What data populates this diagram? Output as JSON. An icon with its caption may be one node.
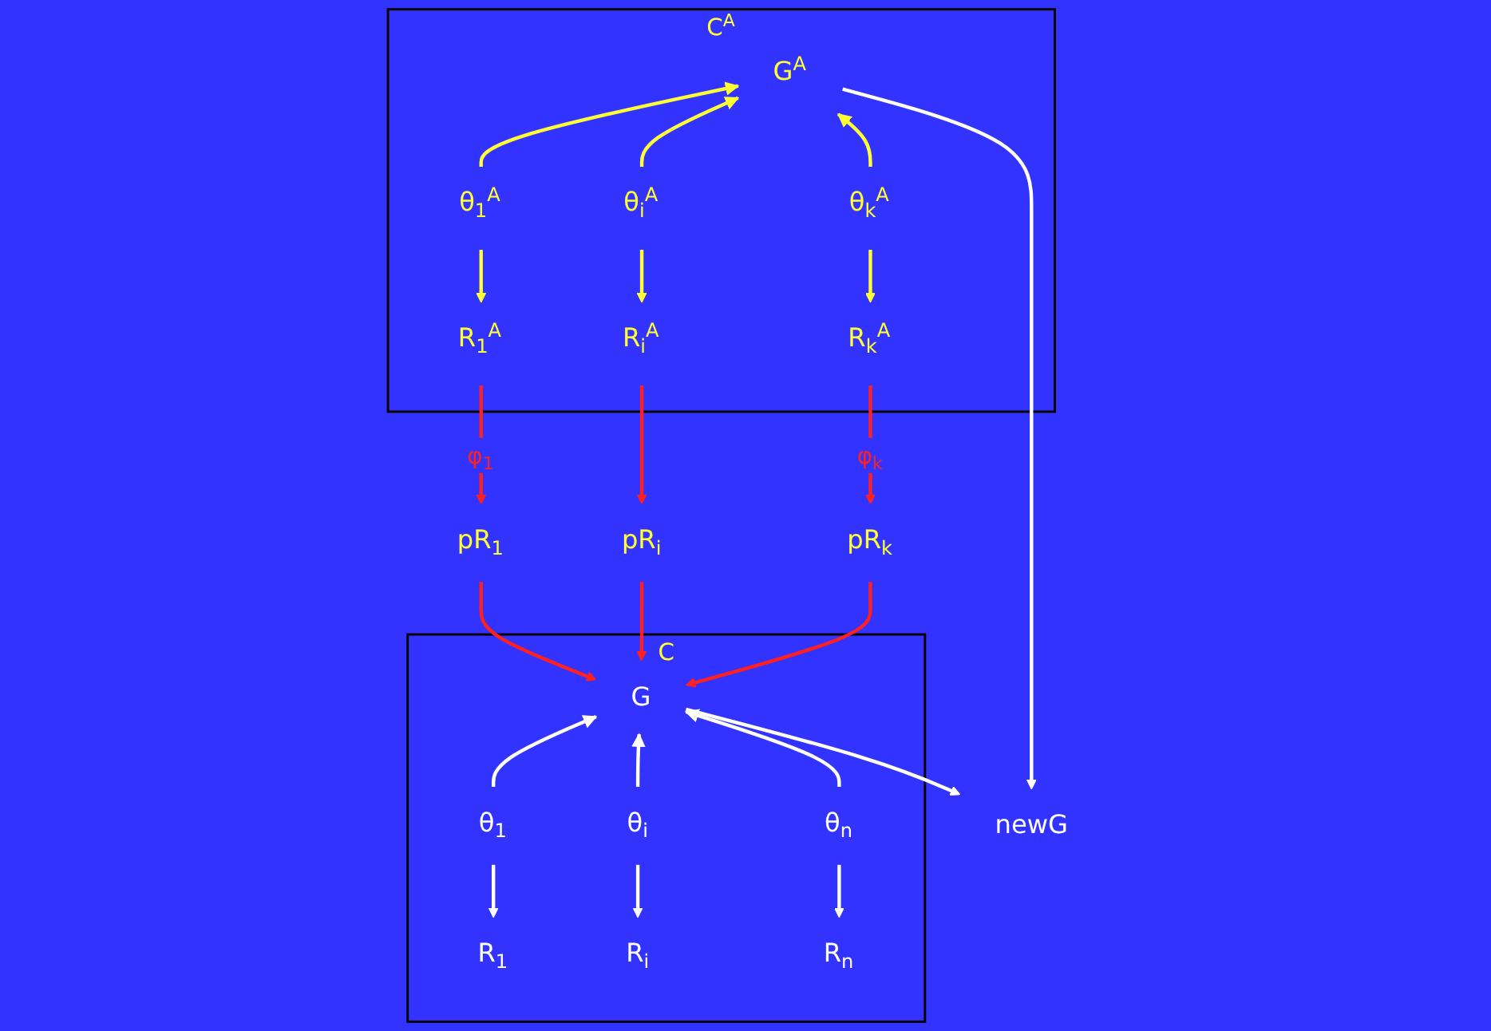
{
  "diagram": {
    "nodes": [
      {
        "text": [
          "C$^{A}$"
        ]
      },
      {
        "text": [
          "G$^{A}$"
        ],
        "in": 0
      },
      {
        "text": [
          "θ$_{1}$$^{A}$"
        ],
        "in": 0
      },
      {
        "text": [
          "θ$_{i}$$^{A}$"
        ],
        "in": 0
      },
      {
        "text": [
          "θ$_{k}$$^{A}$"
        ],
        "in": 0
      },
      {
        "text": [
          "R$_{1}$$^{A}$"
        ],
        "in": 0
      },
      {
        "text": [
          "R$_{i}$$^{A}$"
        ],
        "in": 0
      },
      {
        "text": [
          "R$_{k}$$^{A}$"
        ],
        "in": 0
      },
      {
        "text": [
          "pR$_{1}$"
        ]
      },
      {
        "text": [
          "pR$_{i}$"
        ]
      },
      {
        "text": [
          "pR$_{k}$"
        ]
      },
      {
        "text": [
          "newG"
        ]
      },
      {
        "text": [
          "C"
        ]
      },
      {
        "text": [
          "G"
        ],
        "in": 12
      },
      {
        "text": [
          "θ$_{1}$"
        ],
        "in": 12
      },
      {
        "text": [
          "θ$_{i}$"
        ],
        "in": 12
      },
      {
        "text": [
          "θ$_{n}$"
        ],
        "in": 12
      },
      {
        "text": [
          "R$_{1}$"
        ],
        "in": 12
      },
      {
        "text": [
          "R$_{i}$"
        ],
        "in": 12
      },
      {
        "text": [
          "R$_{n}$"
        ],
        "in": 12
      }
    ],
    "edges": [
      {
        "from": 2,
        "to": 1,
        "arrow": "to",
        "color": "#ffff33"
      },
      {
        "from": 3,
        "to": 1,
        "arrow": "to",
        "color": "#ffff33"
      },
      {
        "from": 4,
        "to": 1,
        "arrow": "to",
        "color": "#ffff33"
      },
      {
        "from": 2,
        "to": 5,
        "arrow": "to",
        "color": "#ffff33"
      },
      {
        "from": 3,
        "to": 6,
        "arrow": "to",
        "color": "#ffff33"
      },
      {
        "from": 4,
        "to": 7,
        "arrow": "to",
        "color": "#ffff33"
      },
      {
        "from": 5,
        "to": 8,
        "arrow": "to",
        "label": "φ$_{1}$",
        "color": "#ff2020"
      },
      {
        "from": 6,
        "to": 9,
        "arrow": "to",
        "color": "#ff2020"
      },
      {
        "from": 7,
        "to": 10,
        "arrow": "to",
        "label": "φ$_{k}$",
        "color": "#ff2020"
      },
      {
        "from": 8,
        "to": 13,
        "arrow": "to",
        "color": "#ff2020"
      },
      {
        "from": 9,
        "to": 13,
        "arrow": "to",
        "color": "#ff2020"
      },
      {
        "from": 10,
        "to": 13,
        "arrow": "to",
        "color": "#ff2020"
      },
      {
        "from": 1,
        "to": 11,
        "arrow": "to"
      },
      {
        "from": 13,
        "to": 11,
        "arrow": "to"
      },
      {
        "from": 14,
        "to": 13,
        "arrow": "to"
      },
      {
        "from": 15,
        "to": 13,
        "arrow": "to"
      },
      {
        "from": 16,
        "to": 13,
        "arrow": "to"
      },
      {
        "from": 14,
        "to": 17,
        "arrow": "to"
      },
      {
        "from": 15,
        "to": 18,
        "arrow": "to"
      },
      {
        "from": 16,
        "to": 19,
        "arrow": "to"
      }
    ]
  }
}
